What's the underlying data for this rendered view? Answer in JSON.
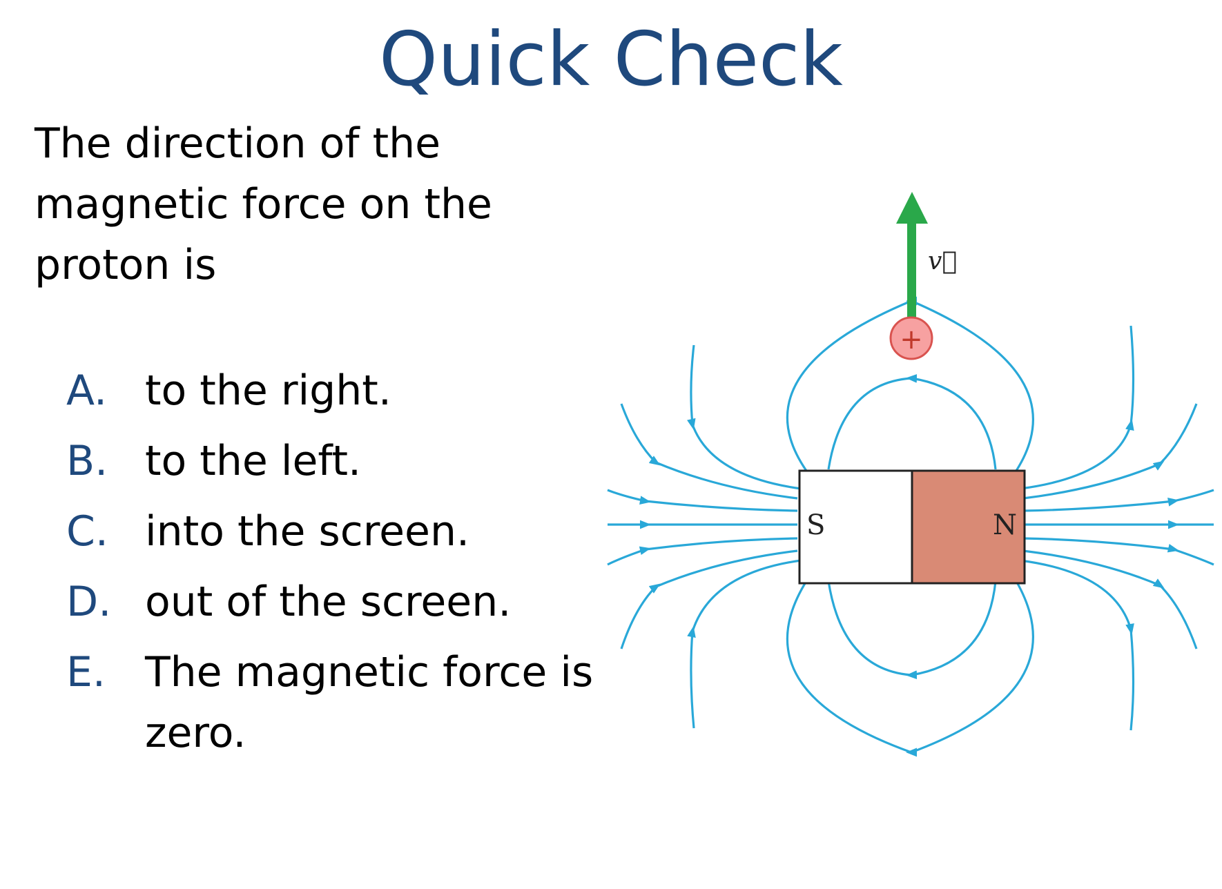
{
  "title": "Quick Check",
  "question": "The direction of the magnetic force on the proton is",
  "choices": [
    {
      "letter": "A.",
      "text": "to the right."
    },
    {
      "letter": "B.",
      "text": "to the left."
    },
    {
      "letter": "C.",
      "text": "into the screen."
    },
    {
      "letter": "D.",
      "text": "out of the screen."
    },
    {
      "letter": "E.",
      "text": "The magnetic force is zero."
    }
  ],
  "diagram": {
    "south_label": "S",
    "north_label": "N",
    "proton_label": "+",
    "velocity_label": "v⃗",
    "colors": {
      "title": "#1f497d",
      "choice_letter": "#1f497d",
      "field_lines": "#29a8d8",
      "velocity_arrow": "#2aa84a",
      "north_pole": "#d98a75",
      "south_pole": "#ffffff",
      "proton_fill": "#f7a1a1",
      "proton_stroke": "#d9534f"
    }
  }
}
